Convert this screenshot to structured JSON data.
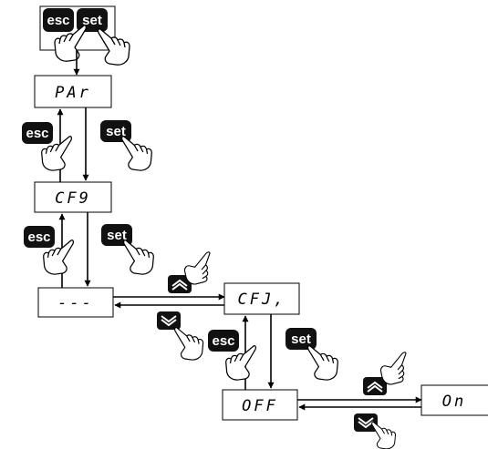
{
  "keys": {
    "esc": "esc",
    "set": "set"
  },
  "displays": {
    "par": "PAr",
    "cf9": "CF9",
    "dashes": "---",
    "cfji": "CFJ,",
    "off": "OFF",
    "on": "On"
  },
  "colors": {
    "key_fill": "#111111",
    "key_text": "#ffffff",
    "line": "#000000",
    "box_border": "#000000"
  },
  "icons": [
    "hand-press-icon",
    "up-arrow-key-icon",
    "down-arrow-key-icon"
  ]
}
